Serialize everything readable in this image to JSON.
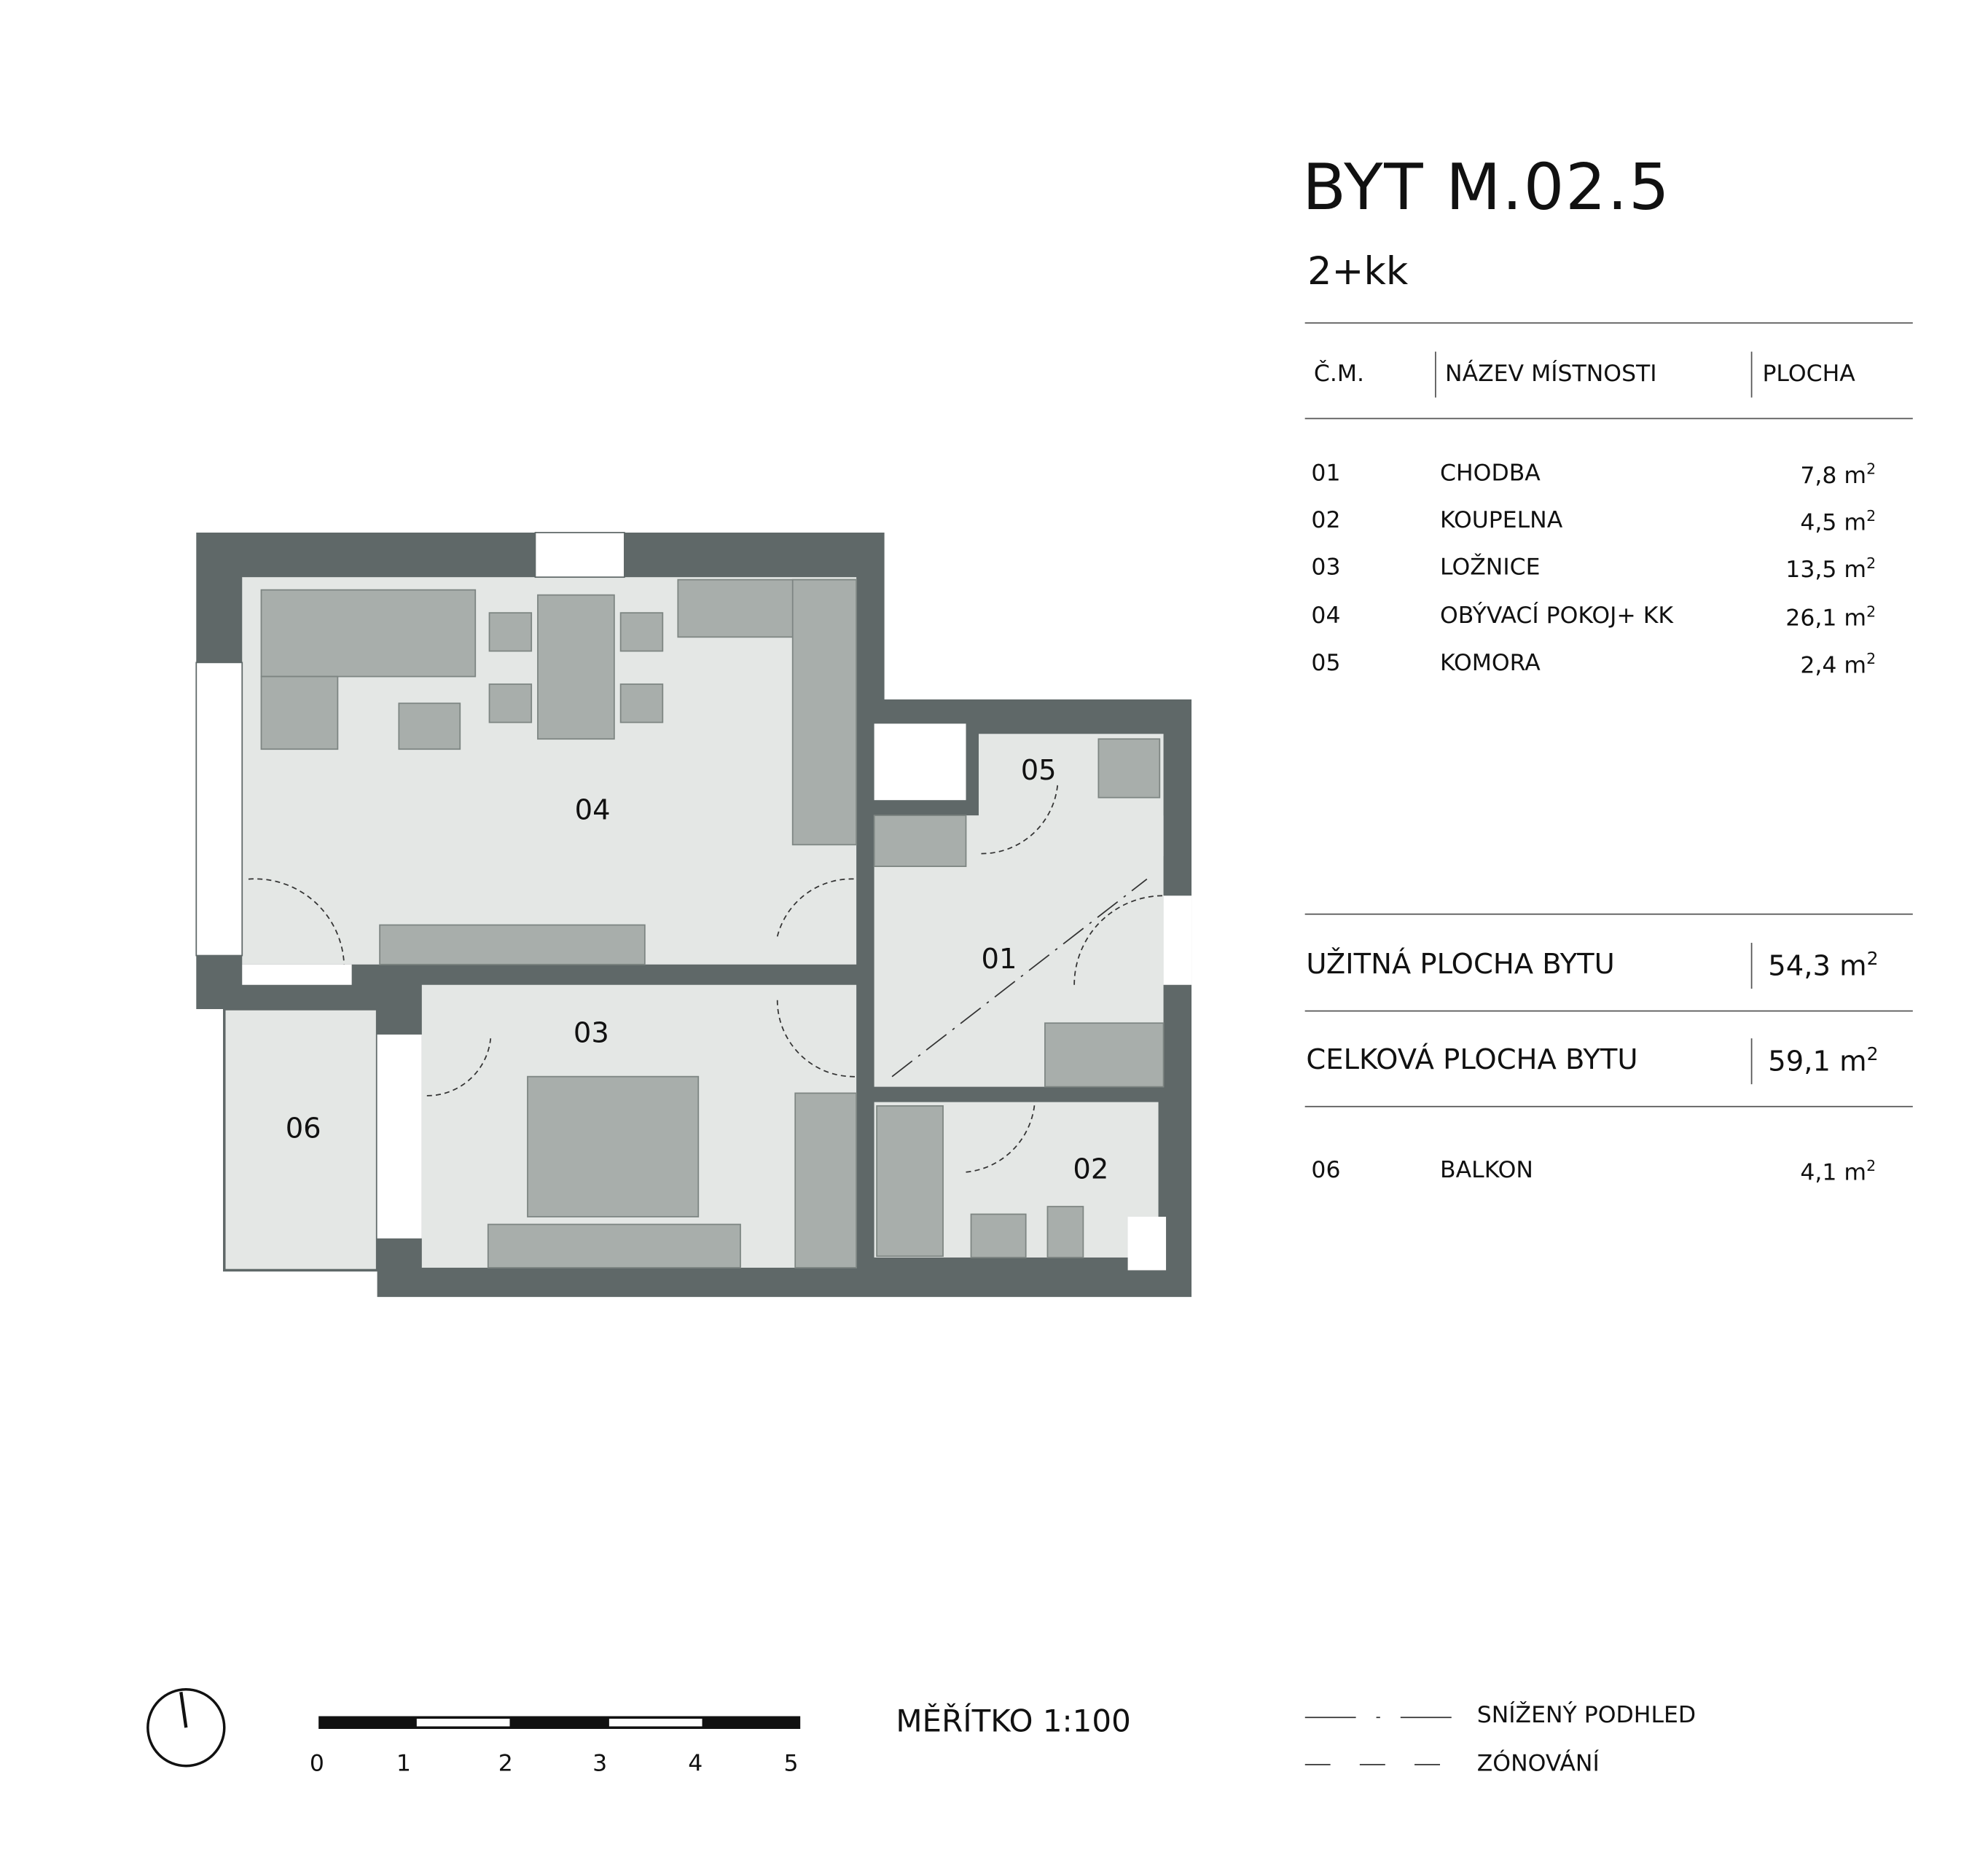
{
  "header": {
    "title": "BYT M.02.5",
    "layout": "2+kk"
  },
  "table": {
    "columns": [
      "Č.M.",
      "NÁZEV MÍSTNOSTI",
      "PLOCHA"
    ],
    "rows": [
      {
        "id": "01",
        "name": "CHODBA",
        "area": "7,8 m",
        "exp": "2"
      },
      {
        "id": "02",
        "name": "KOUPELNA",
        "area": "4,5 m",
        "exp": "2"
      },
      {
        "id": "03",
        "name": "LOŽNICE",
        "area": "13,5 m",
        "exp": "2"
      },
      {
        "id": "04",
        "name": "OBÝVACÍ POKOJ+ KK",
        "area": "26,1 m",
        "exp": "2"
      },
      {
        "id": "05",
        "name": "KOMORA",
        "area": "2,4 m",
        "exp": "2"
      }
    ],
    "usable": {
      "label": "UŽITNÁ PLOCHA BYTU",
      "area": "54,3 m",
      "exp": "2"
    },
    "total": {
      "label": "CELKOVÁ PLOCHA BYTU",
      "area": "59,1 m",
      "exp": "2"
    },
    "balcony": {
      "id": "06",
      "name": "BALKON",
      "area": "4,1 m",
      "exp": "2"
    }
  },
  "plan": {
    "labels": [
      "01",
      "02",
      "03",
      "04",
      "05",
      "06"
    ]
  },
  "scale": {
    "label": "MĚŘÍTKO 1:100",
    "ticks": [
      "0",
      "1",
      "2",
      "3",
      "4",
      "5"
    ]
  },
  "legend": [
    {
      "label": "SNÍŽENÝ PODHLED",
      "style": "dash-dot"
    },
    {
      "label": "ZÓNOVÁNÍ",
      "style": "dashed"
    }
  ],
  "colors": {
    "wall": "#5f6868",
    "floor": "#e4e7e5",
    "furniture": "#a8aeab",
    "text": "#111111"
  }
}
